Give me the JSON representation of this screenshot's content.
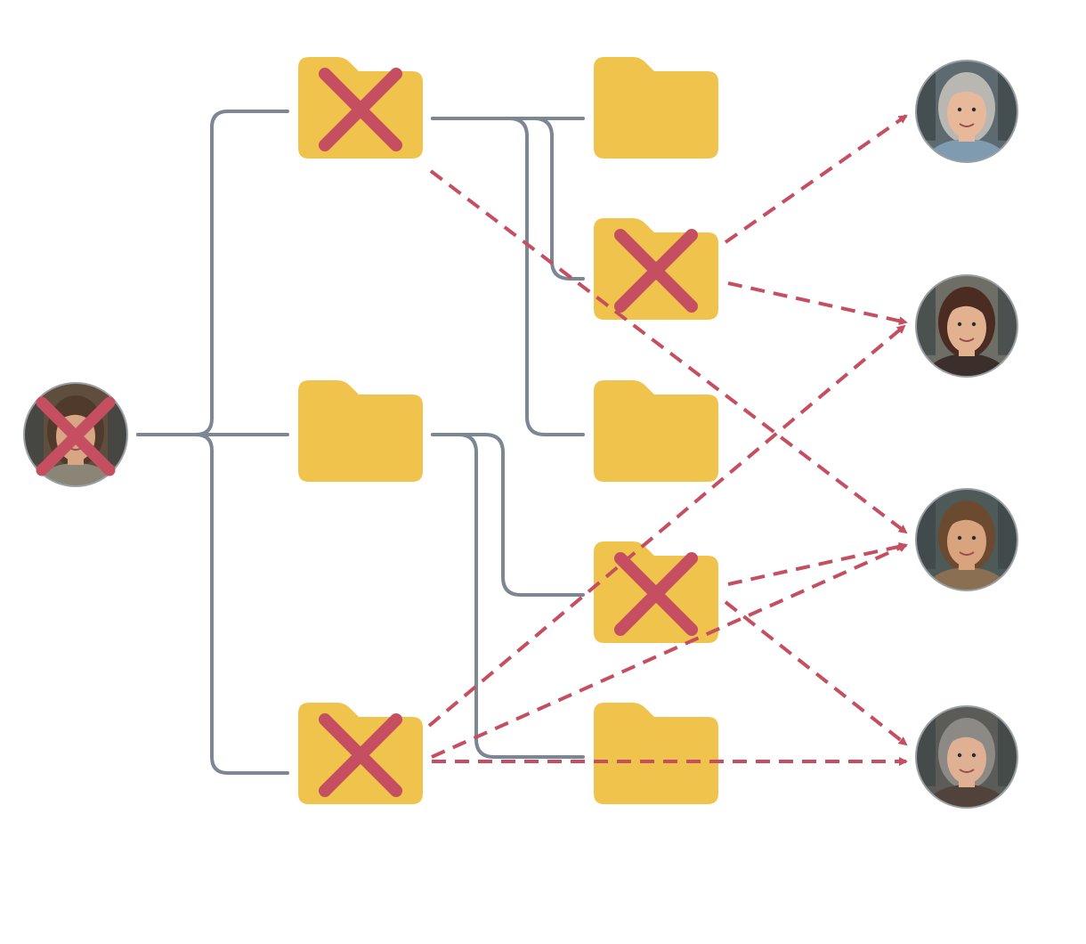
{
  "diagram": {
    "root": {
      "id": "root-user",
      "crossed": true
    },
    "folders": [
      {
        "id": "f1",
        "crossed": true
      },
      {
        "id": "f2",
        "crossed": false
      },
      {
        "id": "f3",
        "crossed": true
      },
      {
        "id": "f4",
        "crossed": false
      },
      {
        "id": "f5",
        "crossed": true
      },
      {
        "id": "f6",
        "crossed": false
      },
      {
        "id": "f7",
        "crossed": true
      },
      {
        "id": "f8",
        "crossed": false
      }
    ],
    "people": [
      {
        "id": "p1",
        "hair": "#b9b7b2",
        "skin": "#e7b99a",
        "shirt": "#7f9bb0",
        "bg": "#5d6a70"
      },
      {
        "id": "p2",
        "hair": "#4a2c22",
        "skin": "#e2b190",
        "shirt": "#3b2f2b",
        "bg": "#6f6e66"
      },
      {
        "id": "p3",
        "hair": "#6b4a2f",
        "skin": "#d9a37e",
        "shirt": "#8a6f52",
        "bg": "#4e5a58"
      },
      {
        "id": "p4",
        "hair": "#8d8a86",
        "skin": "#e0b094",
        "shirt": "#51433c",
        "bg": "#5b5c58"
      }
    ],
    "tree_edges": [
      [
        "root-user",
        "f1"
      ],
      [
        "root-user",
        "f2"
      ],
      [
        "root-user",
        "f3"
      ],
      [
        "f1",
        "f4"
      ],
      [
        "f1",
        "f5"
      ],
      [
        "f1",
        "f6"
      ],
      [
        "f2",
        "f7"
      ],
      [
        "f2",
        "f8"
      ]
    ],
    "access_edges": [
      [
        "f1",
        "p3"
      ],
      [
        "f5",
        "p1"
      ],
      [
        "f5",
        "p2"
      ],
      [
        "f3",
        "p2"
      ],
      [
        "f3",
        "p3"
      ],
      [
        "f3",
        "p4"
      ],
      [
        "f7",
        "p3"
      ],
      [
        "f7",
        "p4"
      ]
    ],
    "colors": {
      "tree_line": "#7d8794",
      "access_arrow": "#c54f61",
      "folder": "#f0c44c",
      "cross": "#c54f61",
      "avatar_border": "#9a9fa5"
    }
  }
}
